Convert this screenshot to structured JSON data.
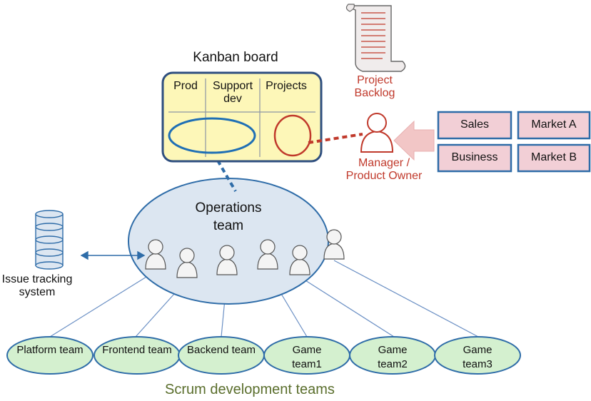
{
  "kanban_board": {
    "title": "Kanban board",
    "columns": [
      "Prod",
      "Support dev",
      "Projects"
    ]
  },
  "project_backlog": {
    "label": "Project Backlog"
  },
  "manager": {
    "label": "Manager / Product Owner"
  },
  "stakeholders": {
    "sales": "Sales",
    "market_a": "Market A",
    "business": "Business",
    "market_b": "Market B"
  },
  "operations_team": {
    "label": "Operations team"
  },
  "issue_tracking": {
    "label": "Issue tracking system"
  },
  "scrum_teams": {
    "caption": "Scrum development teams",
    "teams": [
      "Platform team",
      "Frontend team",
      "Backend team",
      "Game team1",
      "Game team2",
      "Game team3"
    ]
  },
  "colors": {
    "kanban_fill": "#fdf7b8",
    "kanban_border": "#2f4f7f",
    "blue_oval": "#1f6fb5",
    "red_accent": "#c0392b",
    "stakeholder_fill": "#f2cfd6",
    "stakeholder_border": "#2e6ca8",
    "ops_fill": "#dce6f1",
    "team_fill": "#d4f0cf",
    "team_border": "#2e6ca8",
    "scrum_caption": "#5a6e2c"
  }
}
